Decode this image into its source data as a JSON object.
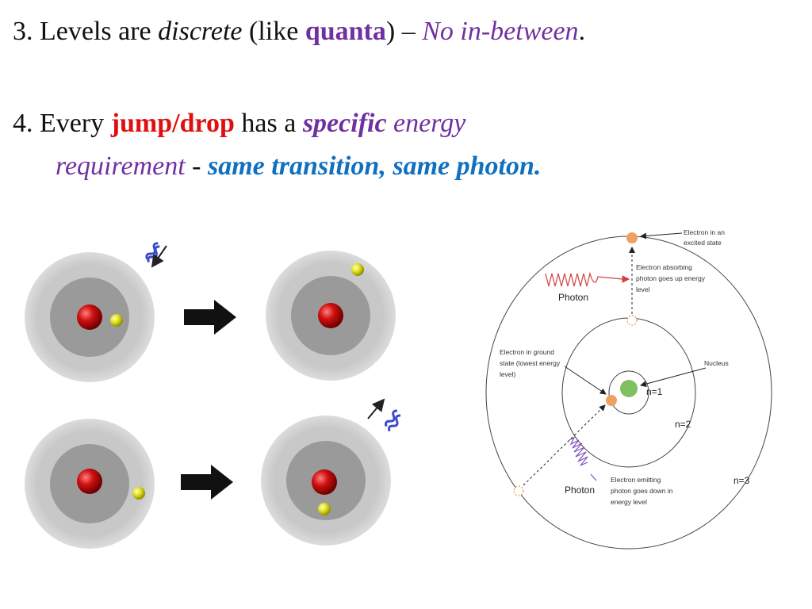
{
  "text": {
    "line1": {
      "prefix": "3. Levels are ",
      "discrete": "discrete",
      "like_open": " (like ",
      "quanta": "quanta",
      "close_dash": ") – ",
      "no_between": "No in-between",
      "period": "."
    },
    "line2": {
      "prefix": "4. Every ",
      "jump_drop": "jump/drop",
      "has_a": " has a ",
      "specific": "specific",
      "energy": " energy"
    },
    "line3": {
      "requirement": "requirement",
      "dash": " - ",
      "same_transition": "same transition, same photon."
    }
  },
  "bohr_diagram": {
    "excited_label": [
      "Electron in an",
      "excited state"
    ],
    "absorbing_label": [
      "Electron absorbing",
      "photon goes up energy",
      "level"
    ],
    "photon_absorbed": "Photon",
    "ground_label": [
      "Electron in ground",
      "state (lowest energy",
      "level)"
    ],
    "nucleus_label": "Nucleus",
    "n1": "n=1",
    "n2": "n=2",
    "n3": "n=3",
    "photon_emitted": "Photon",
    "emitting_label": [
      "Electron emitting",
      "photon goes down in",
      "energy level"
    ]
  },
  "colors": {
    "purple": "#7030a0",
    "red": "#e01010",
    "blue": "#1070c0",
    "electron_orange": "#f0a060",
    "nucleus_green": "#80c060"
  }
}
